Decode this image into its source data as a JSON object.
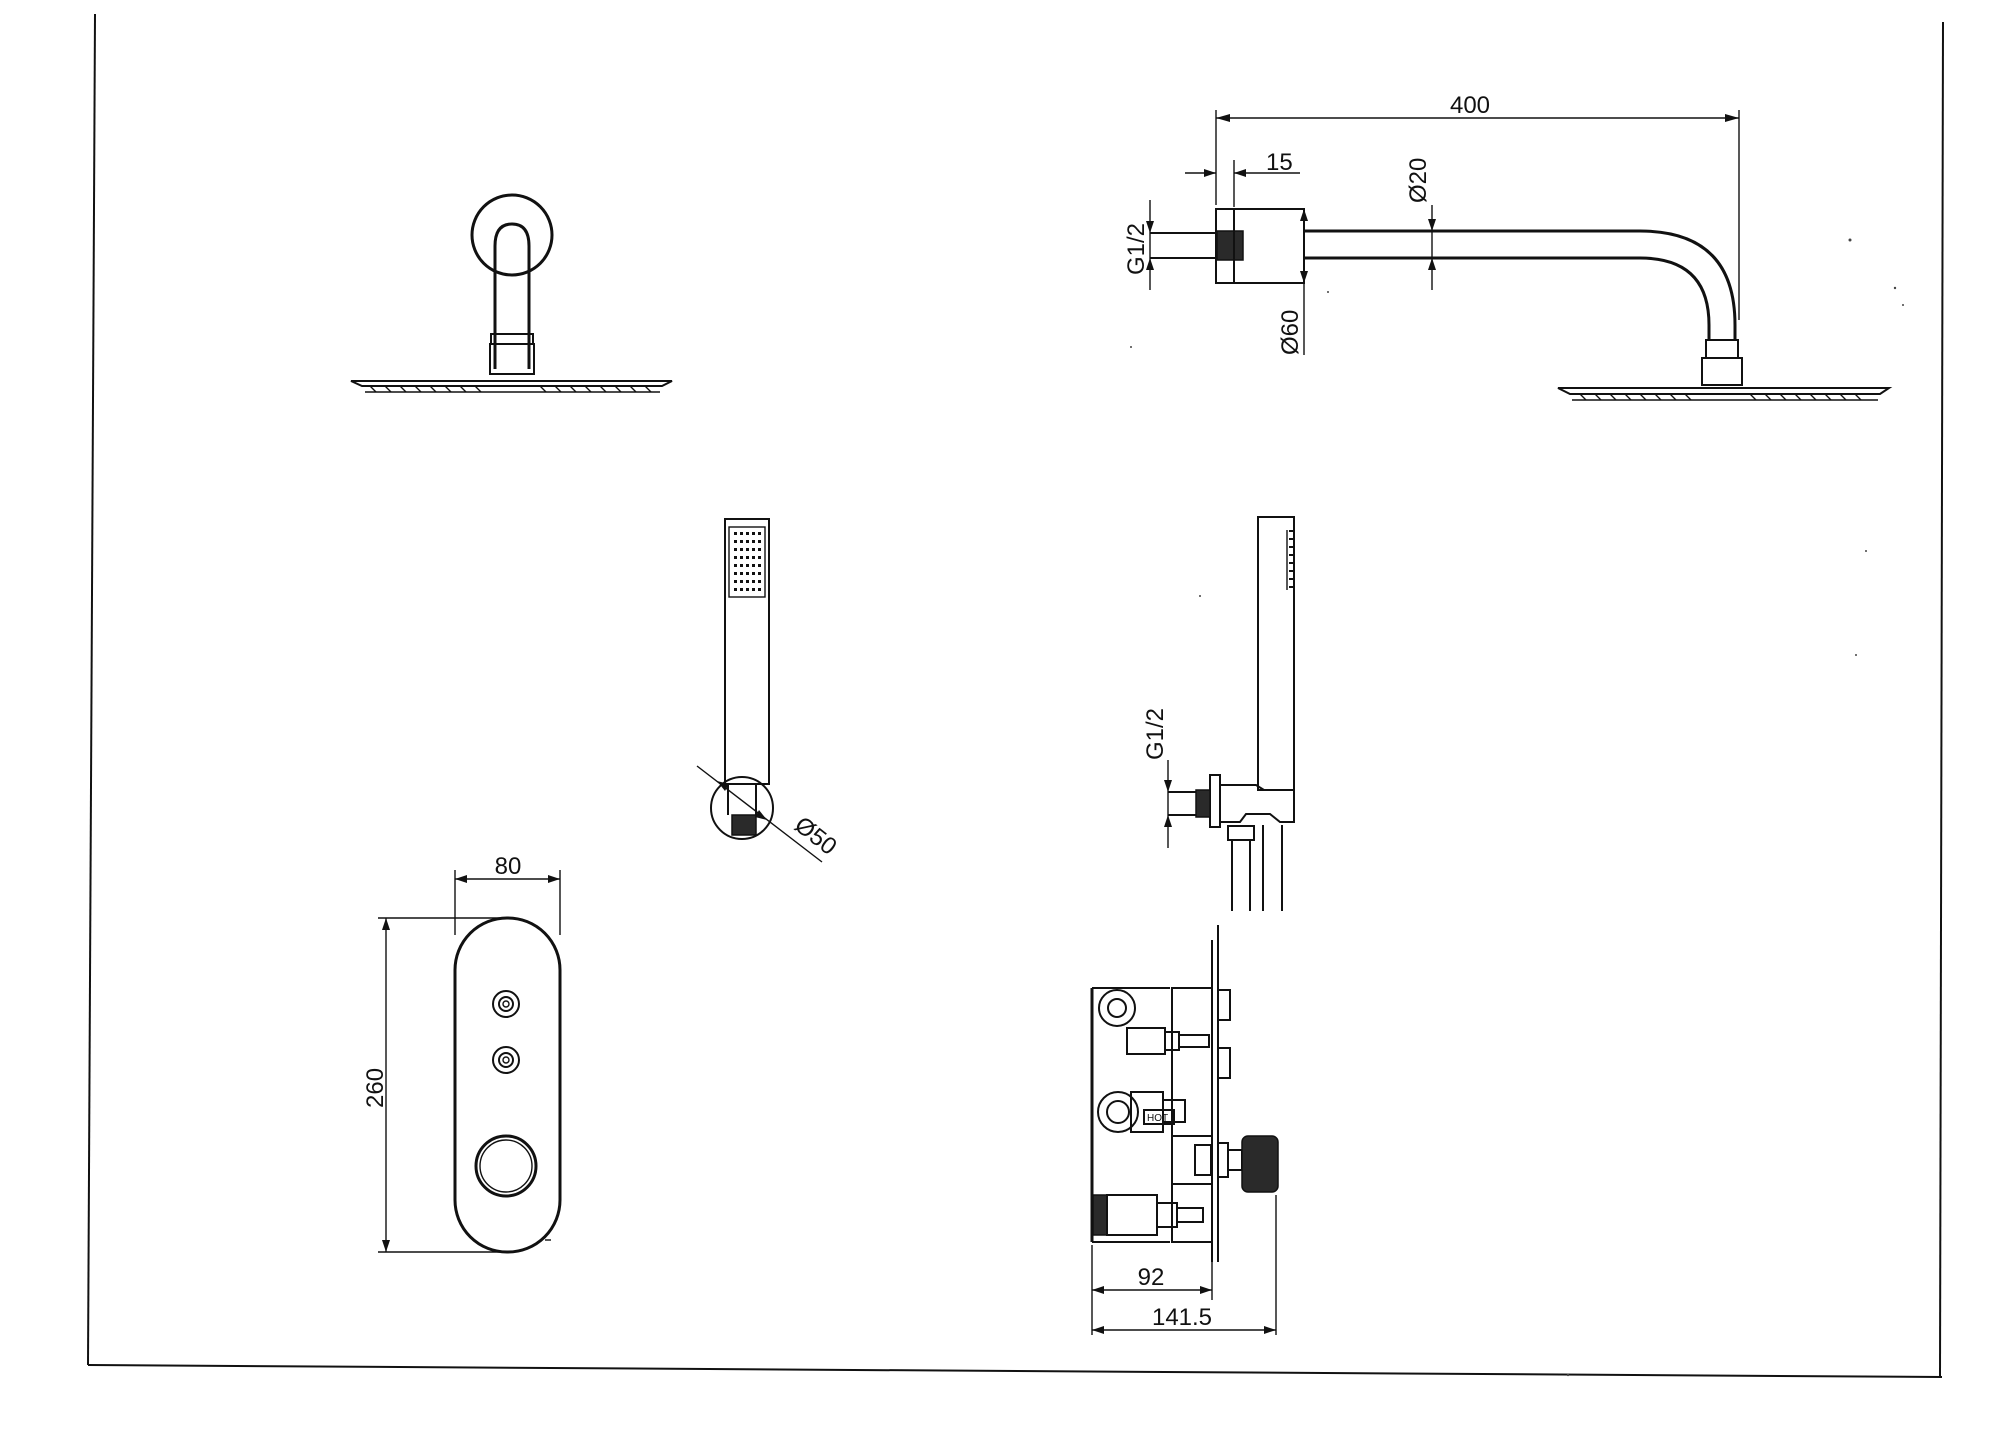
{
  "drawing": {
    "shower_arm": {
      "length": "400",
      "flange_depth": "15",
      "arm_diameter": "Ø20",
      "flange_diameter": "Ø60",
      "thread": "G1/2"
    },
    "hand_shower": {
      "holder_diameter": "Ø50",
      "thread": "G1/2"
    },
    "thermostat_plate": {
      "width": "80",
      "height": "260"
    },
    "valve_body": {
      "depth_body": "92",
      "depth_total": "141.5"
    }
  },
  "colors": {
    "line": "#111111",
    "background": "#ffffff",
    "fill_dark": "#2a2a2a"
  }
}
